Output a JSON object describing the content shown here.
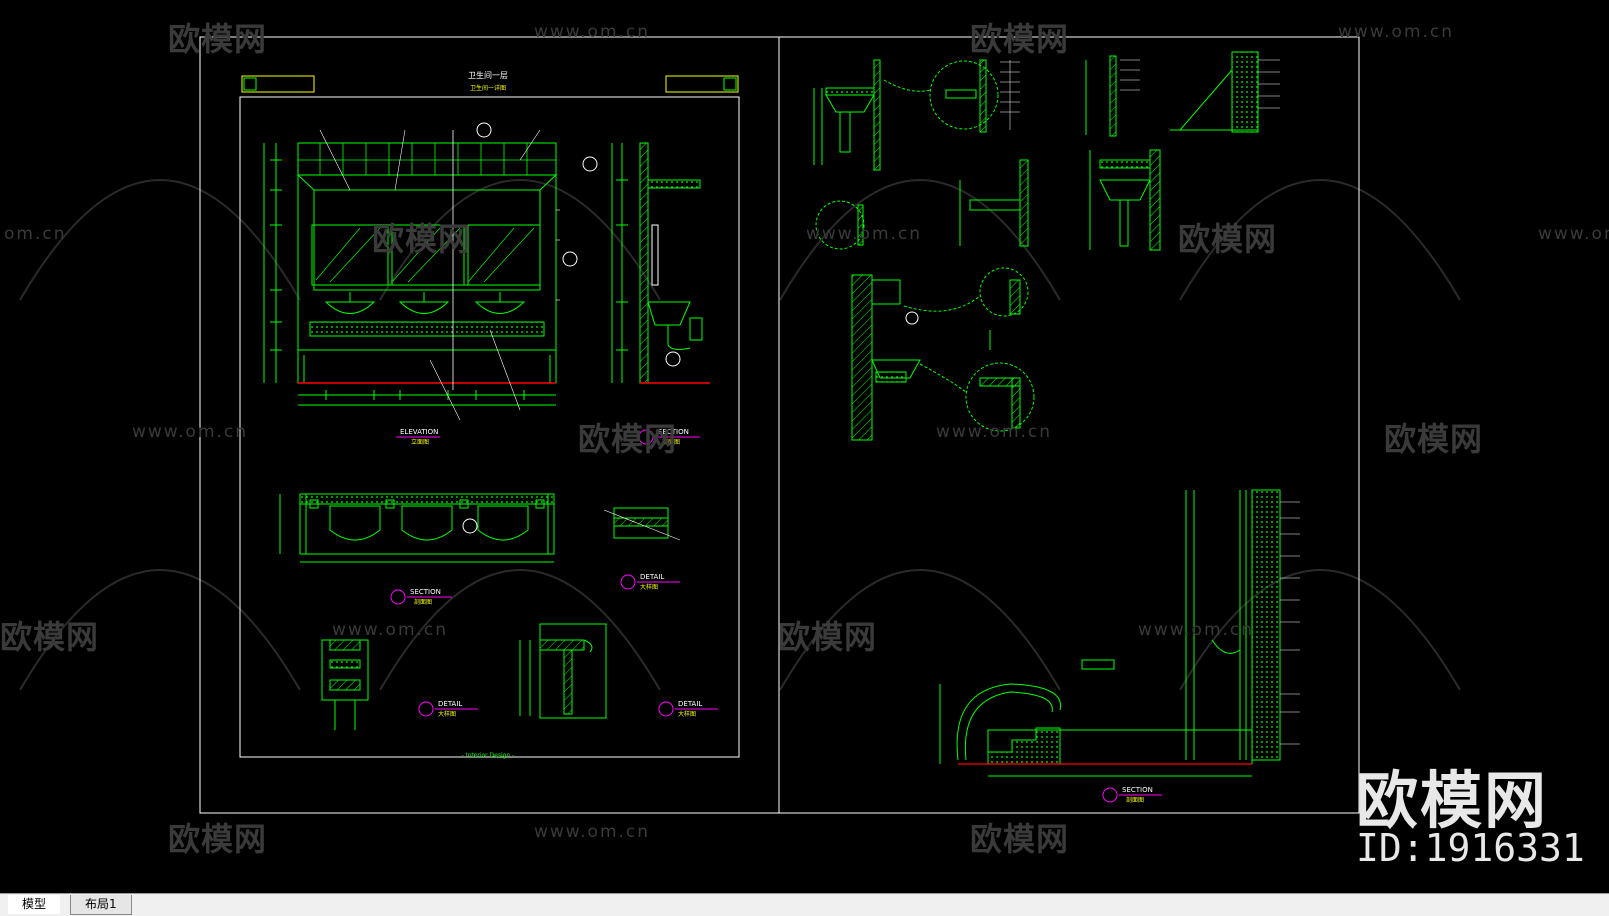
{
  "tabs": [
    {
      "label": "模型",
      "active": true
    },
    {
      "label": "布局1",
      "active": false
    }
  ],
  "watermark": {
    "brand": "欧模网",
    "url": "www.om.cn",
    "url_partial": "om.cn",
    "id": "ID:1916331"
  },
  "sheet_left": {
    "title": "卫生间一层",
    "subtitle": "卫生间一详图",
    "footer": "- Interior Design -",
    "tags": {
      "a": "SECTION",
      "b": "SECTION",
      "c": "DETAIL",
      "d": "DETAIL",
      "e": "DETAIL",
      "elev": "ELEVATION"
    },
    "tag_subs": {
      "elev": "立面图",
      "b": "剖面图",
      "a": "剖面图",
      "c": "大样图",
      "d": "大样图",
      "e": "大样图"
    }
  },
  "sheet_right": {
    "tags": {
      "c": "SECTION"
    },
    "tag_subs": {
      "c": "剖面图"
    }
  },
  "colors": {
    "background": "#000000",
    "frame": "#ffffff",
    "green": "#00ff00",
    "yellow": "#ffff00",
    "magenta": "#ff00ff",
    "cyan": "#00ffff",
    "red": "#ff0000",
    "watermark": "#3a3a3a"
  }
}
